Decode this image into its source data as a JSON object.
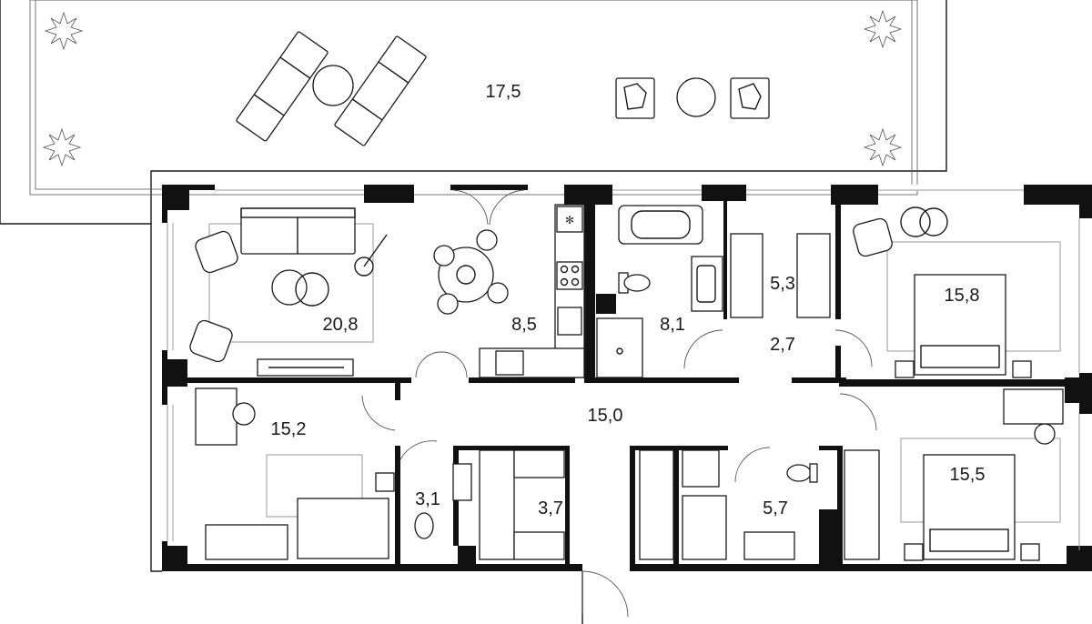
{
  "plan": {
    "rooms": [
      {
        "id": "terrace",
        "area": "17,5"
      },
      {
        "id": "living-room",
        "area": "20,8"
      },
      {
        "id": "kitchen-dining",
        "area": "8,5"
      },
      {
        "id": "bathroom-main",
        "area": "8,1"
      },
      {
        "id": "wardrobe-center",
        "area": "5,3"
      },
      {
        "id": "hall-small",
        "area": "2,7"
      },
      {
        "id": "bedroom-top-right",
        "area": "15,8"
      },
      {
        "id": "bedroom-left",
        "area": "15,2"
      },
      {
        "id": "corridor",
        "area": "15,0"
      },
      {
        "id": "wc-left",
        "area": "3,1"
      },
      {
        "id": "wardrobe-left",
        "area": "3,7"
      },
      {
        "id": "bathroom-right",
        "area": "5,7"
      },
      {
        "id": "bedroom-bottom-right",
        "area": "15,5"
      }
    ],
    "colors": {
      "wall": "#111111",
      "line": "#1a1a1a",
      "background": "#ffffff"
    }
  }
}
